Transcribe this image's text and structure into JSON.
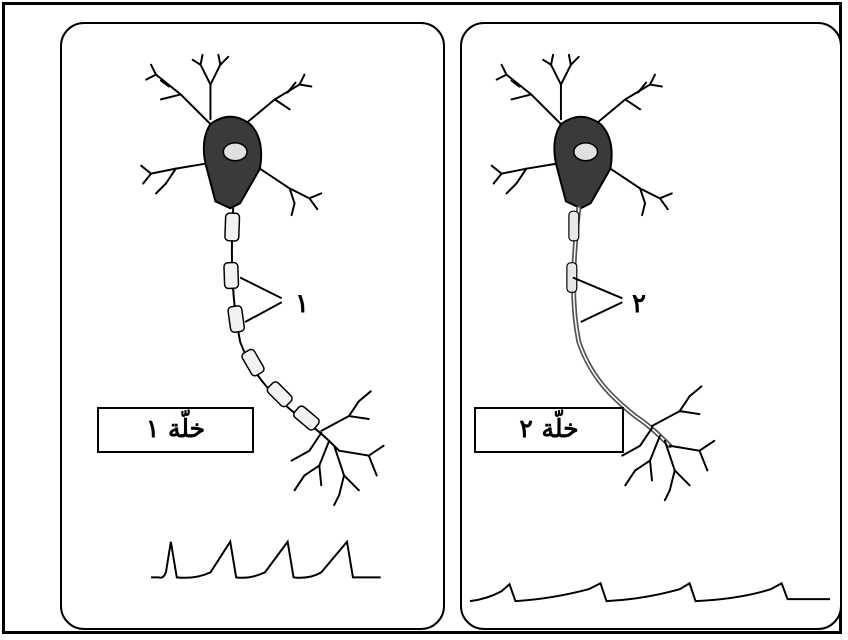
{
  "cells": [
    {
      "label": "خلّة ١",
      "pointer_number": "١",
      "myelin": "segmented",
      "signal": "tall-spikes"
    },
    {
      "label": "خلّة ٢",
      "pointer_number": "٢",
      "myelin": "thin",
      "signal": "small-bumps"
    }
  ],
  "colors": {
    "ink": "#000000",
    "background": "#ffffff",
    "cell_body": "#3a3a3a",
    "myelin_fill": "#f2f2f2"
  },
  "icons": [
    "neuron-icon",
    "signal-trace"
  ]
}
